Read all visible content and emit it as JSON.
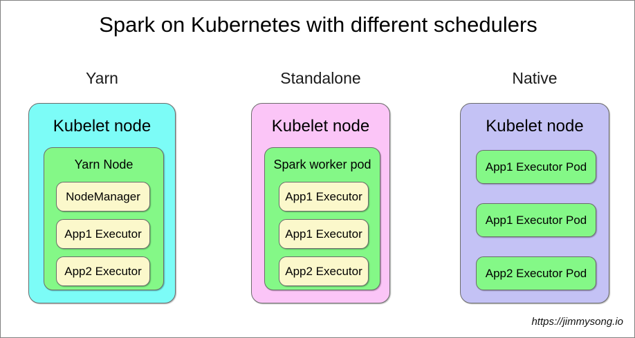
{
  "title": "Spark on Kubernetes with different schedulers",
  "watermark": "https://jimmysong.io",
  "palette": {
    "cyan": "#7CFCF7",
    "pink": "#FBC5F7",
    "purple": "#C4C2F5",
    "green": "#84F887",
    "cream": "#FBF8CB",
    "stroke": "#6b6b6b",
    "text": "#000000",
    "background": "#FFFFFF"
  },
  "columns": [
    {
      "heading": "Yarn",
      "outer": {
        "label": "Kubelet node",
        "fill": "#7CFCF7"
      },
      "middle": {
        "label": "Yarn Node",
        "fill": "#84F887"
      },
      "leaves": [
        {
          "label": "NodeManager",
          "fill": "#FBF8CB"
        },
        {
          "label": "App1 Executor",
          "fill": "#FBF8CB"
        },
        {
          "label": "App2 Executor",
          "fill": "#FBF8CB"
        }
      ]
    },
    {
      "heading": "Standalone",
      "outer": {
        "label": "Kubelet node",
        "fill": "#FBC5F7"
      },
      "middle": {
        "label": "Spark worker pod",
        "fill": "#84F887"
      },
      "leaves": [
        {
          "label": "App1 Executor",
          "fill": "#FBF8CB"
        },
        {
          "label": "App1 Executor",
          "fill": "#FBF8CB"
        },
        {
          "label": "App2 Executor",
          "fill": "#FBF8CB"
        }
      ]
    },
    {
      "heading": "Native",
      "outer": {
        "label": "Kubelet node",
        "fill": "#C4C2F5"
      },
      "middle": null,
      "leaves": [
        {
          "label": "App1 Executor Pod",
          "fill": "#84F887"
        },
        {
          "label": "App1 Executor Pod",
          "fill": "#84F887"
        },
        {
          "label": "App2 Executor Pod",
          "fill": "#84F887"
        }
      ]
    }
  ]
}
